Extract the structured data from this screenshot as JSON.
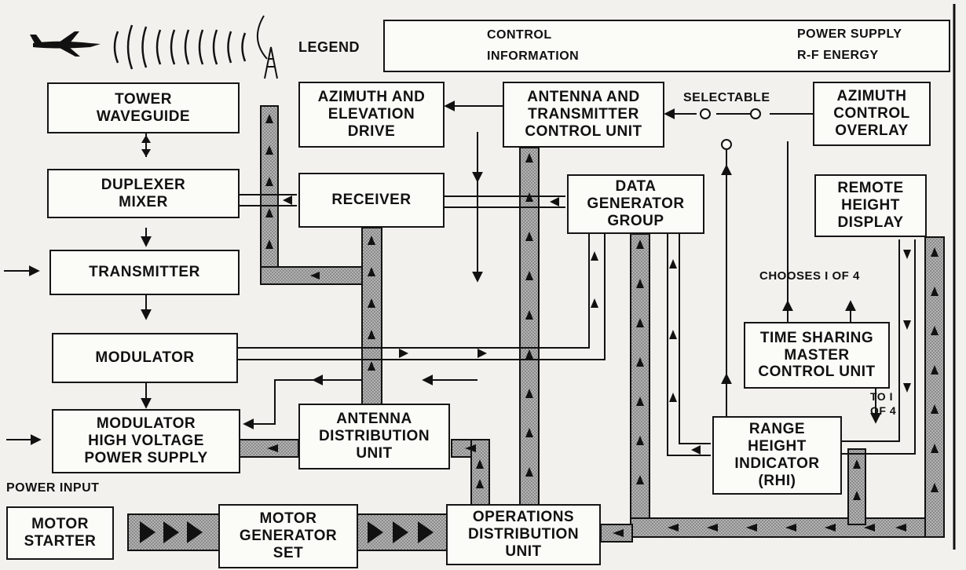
{
  "legend": {
    "title": "LEGEND",
    "control": "CONTROL",
    "information": "INFORMATION",
    "power_supply": "POWER SUPPLY",
    "rf_energy": "R-F ENERGY"
  },
  "blocks": {
    "tower_waveguide": "TOWER\nWAVEGUIDE",
    "duplexer_mixer": "DUPLEXER\nMIXER",
    "transmitter": "TRANSMITTER",
    "modulator": "MODULATOR",
    "modulator_hv_power_supply": "MODULATOR\nHIGH VOLTAGE\nPOWER SUPPLY",
    "azimuth_elevation_drive": "AZIMUTH AND\nELEVATION\nDRIVE",
    "receiver": "RECEIVER",
    "antenna_transmitter_control_unit": "ANTENNA AND\nTRANSMITTER\nCONTROL UNIT",
    "data_generator_group": "DATA\nGENERATOR\nGROUP",
    "azimuth_control_overlay": "AZIMUTH\nCONTROL\nOVERLAY",
    "remote_height_display": "REMOTE\nHEIGHT\nDISPLAY",
    "time_sharing_master_control_unit": "TIME SHARING\nMASTER\nCONTROL UNIT",
    "range_height_indicator": "RANGE\nHEIGHT\nINDICATOR\n(RHI)",
    "antenna_distribution_unit": "ANTENNA\nDISTRIBUTION\nUNIT",
    "motor_starter": "MOTOR\nSTARTER",
    "motor_generator_set": "MOTOR\nGENERATOR\nSET",
    "operations_distribution_unit": "OPERATIONS\nDISTRIBUTION\nUNIT"
  },
  "labels": {
    "selectable": "SELECTABLE",
    "chooses": "CHOOSES I OF 4",
    "to_1_of_4": "TO I\nOF 4",
    "power_input": "POWER INPUT"
  },
  "colors": {
    "ink": "#111111",
    "paper": "#fbfbf8",
    "power": "#9a9a9a"
  }
}
